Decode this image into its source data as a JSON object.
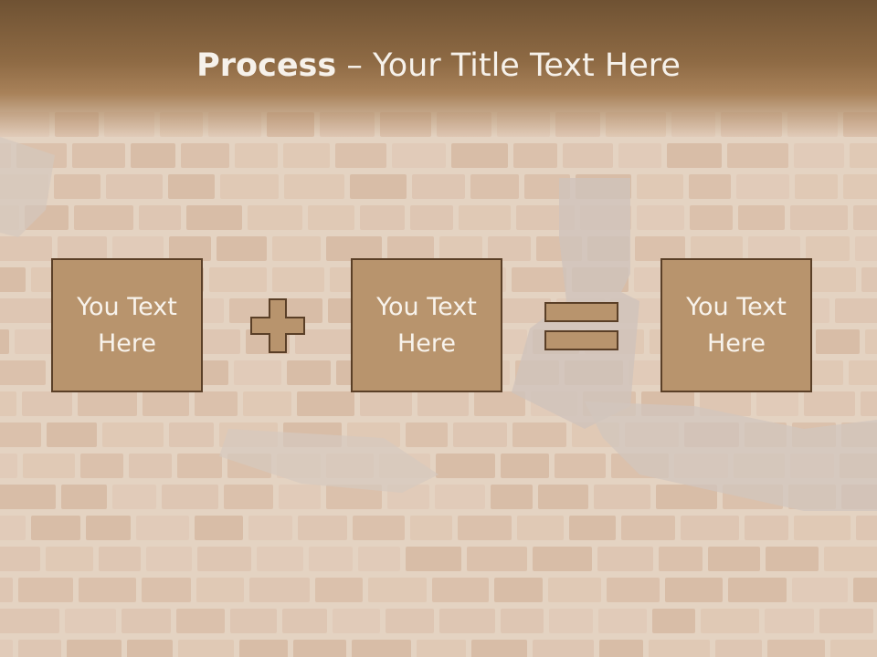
{
  "title": {
    "bold": "Process",
    "separator": " – ",
    "rest": "Your Title Text Here"
  },
  "process": {
    "steps": [
      {
        "label": "You Text\nHere"
      },
      {
        "label": "You Text\nHere"
      },
      {
        "label": "You Text\nHere"
      }
    ],
    "operators": [
      "plus-icon",
      "equals-icon"
    ]
  },
  "colors": {
    "header_top": "#6f5233",
    "header_bottom": "#a88159",
    "box_fill": "#b8946d",
    "box_border": "#5a3f27",
    "text": "#f8f3ec"
  }
}
